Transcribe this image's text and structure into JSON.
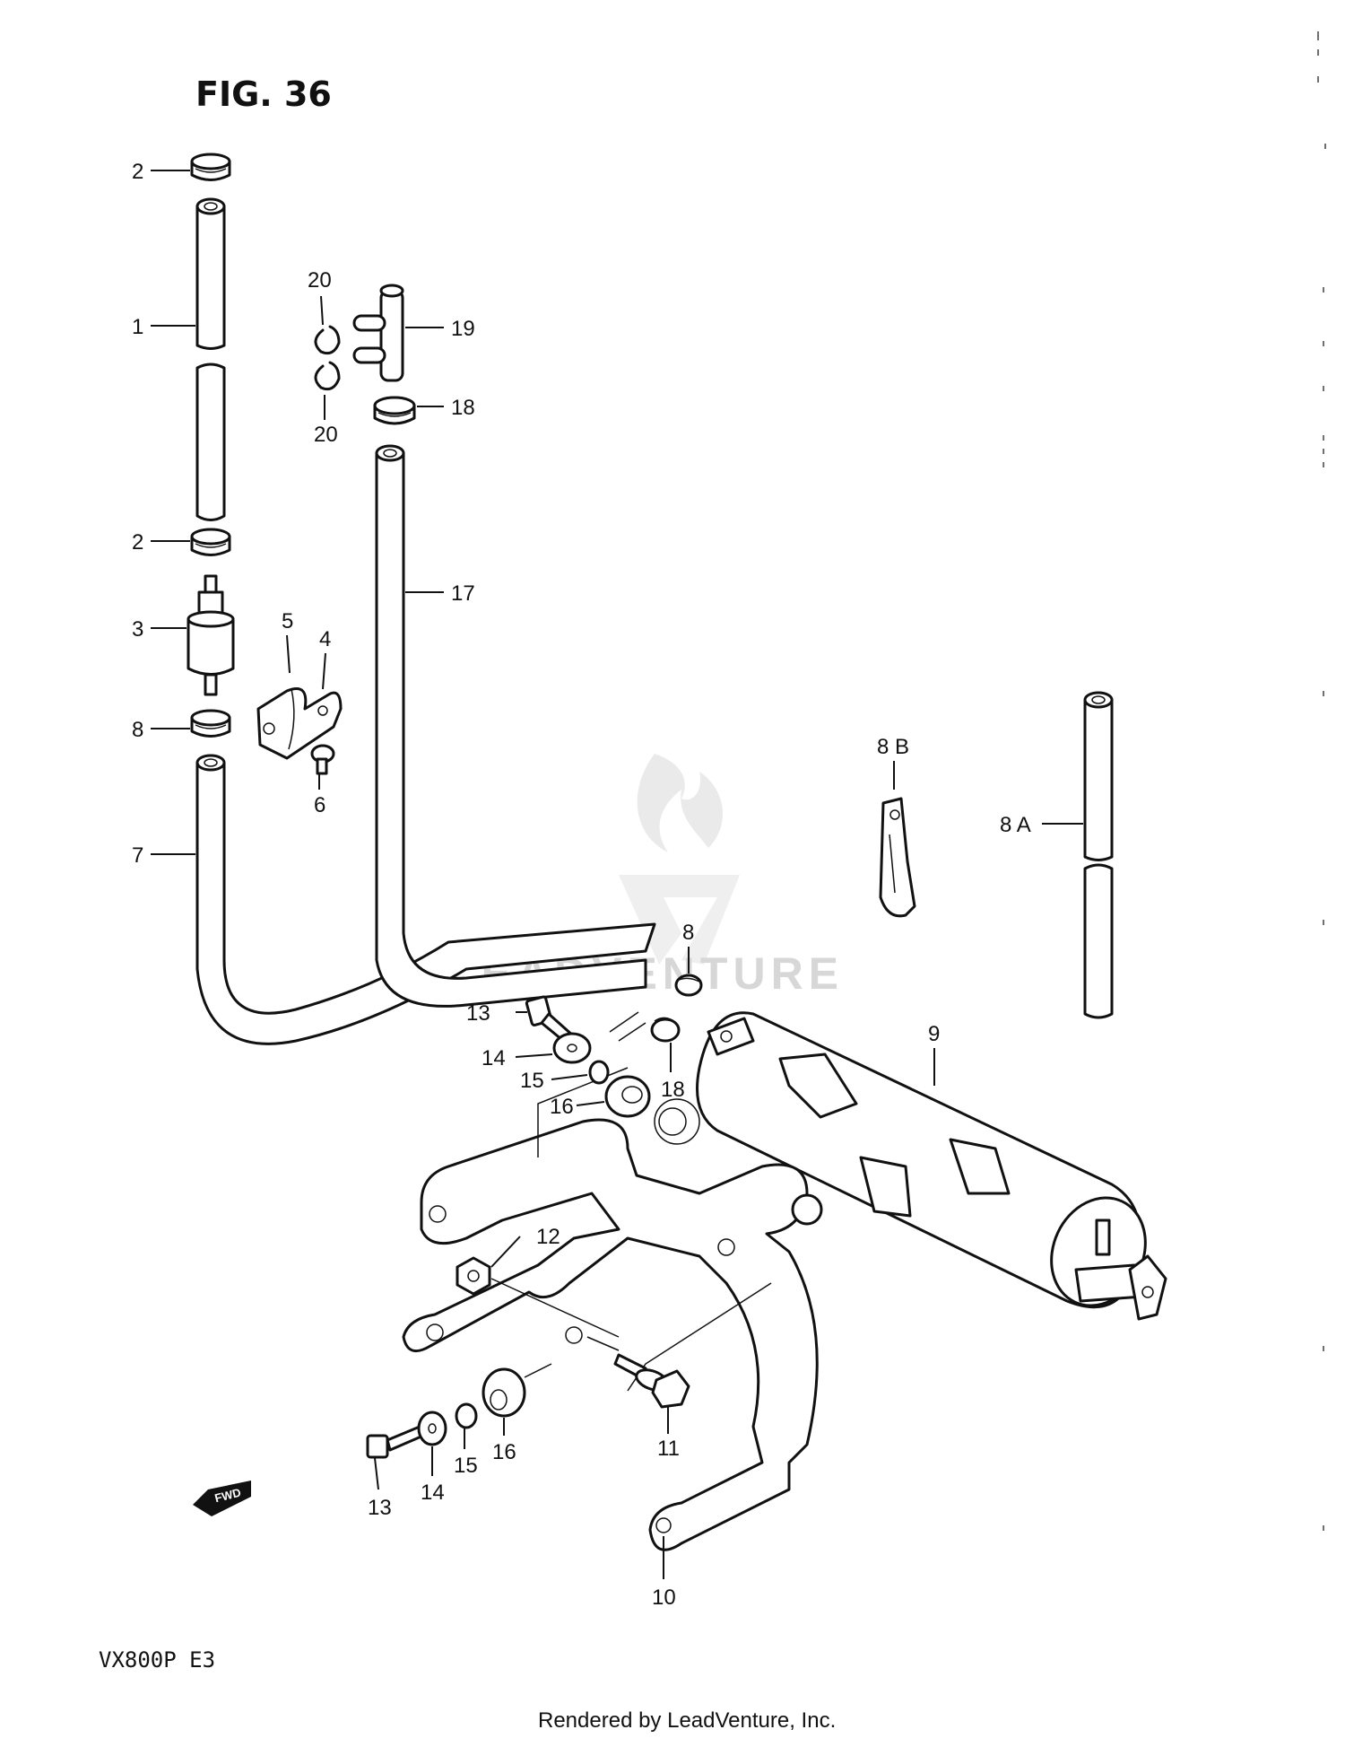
{
  "figure": {
    "title": "FIG. 36",
    "model_code": "VX800P  E3",
    "footer_credit": "Rendered by LeadVenture, Inc.",
    "watermark_text": "LEADVENTURE",
    "direction_marker": "FWD"
  },
  "colors": {
    "ink": "#111111",
    "background": "#ffffff",
    "watermark": "#d7d7d7"
  },
  "callouts": [
    {
      "id": "c2a",
      "label": "2"
    },
    {
      "id": "c1",
      "label": "1"
    },
    {
      "id": "c2b",
      "label": "2"
    },
    {
      "id": "c3",
      "label": "3"
    },
    {
      "id": "c5",
      "label": "5"
    },
    {
      "id": "c4",
      "label": "4"
    },
    {
      "id": "c8a",
      "label": "8"
    },
    {
      "id": "c6",
      "label": "6"
    },
    {
      "id": "c7",
      "label": "7"
    },
    {
      "id": "c20a",
      "label": "20"
    },
    {
      "id": "c20b",
      "label": "20"
    },
    {
      "id": "c19",
      "label": "19"
    },
    {
      "id": "c18a",
      "label": "18"
    },
    {
      "id": "c17",
      "label": "17"
    },
    {
      "id": "c8B",
      "label": "8 B"
    },
    {
      "id": "c8A",
      "label": "8 A"
    },
    {
      "id": "c8b",
      "label": "8"
    },
    {
      "id": "c9",
      "label": "9"
    },
    {
      "id": "c13a",
      "label": "13"
    },
    {
      "id": "c14a",
      "label": "14"
    },
    {
      "id": "c15a",
      "label": "15"
    },
    {
      "id": "c16a",
      "label": "16"
    },
    {
      "id": "c18b",
      "label": "18"
    },
    {
      "id": "c12",
      "label": "12"
    },
    {
      "id": "c11",
      "label": "11"
    },
    {
      "id": "c16b",
      "label": "16"
    },
    {
      "id": "c15b",
      "label": "15"
    },
    {
      "id": "c14b",
      "label": "14"
    },
    {
      "id": "c13b",
      "label": "13"
    },
    {
      "id": "c10",
      "label": "10"
    }
  ]
}
